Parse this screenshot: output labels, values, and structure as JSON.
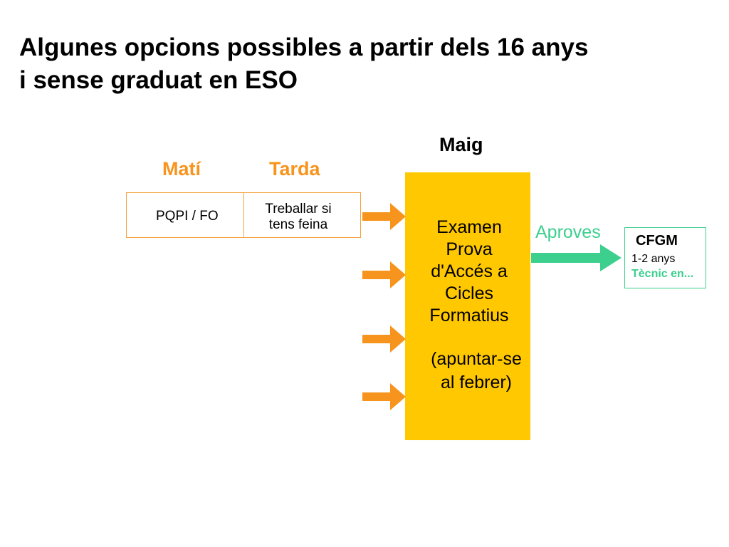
{
  "title": {
    "line1": "Algunes opcions possibles a partir dels 16 anys",
    "line2": "i sense graduat en ESO"
  },
  "headers": {
    "mati": "Matí",
    "tarda": "Tarda",
    "maig": "Maig"
  },
  "schedule": {
    "morning": "PQPI / FO",
    "afternoon_line1": "Treballar si",
    "afternoon_line2": "tens feina"
  },
  "exam": {
    "lines": [
      "Examen",
      "Prova",
      "d'Accés a",
      "Cicles",
      "Formatius"
    ],
    "note_line1": "(apuntar-se",
    "note_line2": "al febrer)"
  },
  "outcome": {
    "label": "Aproves",
    "box_title": "CFGM",
    "box_line1": "1-2 anys",
    "box_line2": "Tècnic en..."
  },
  "colors": {
    "orange": "#f7941d",
    "yellow": "#ffc800",
    "green": "#3ccf8e"
  }
}
